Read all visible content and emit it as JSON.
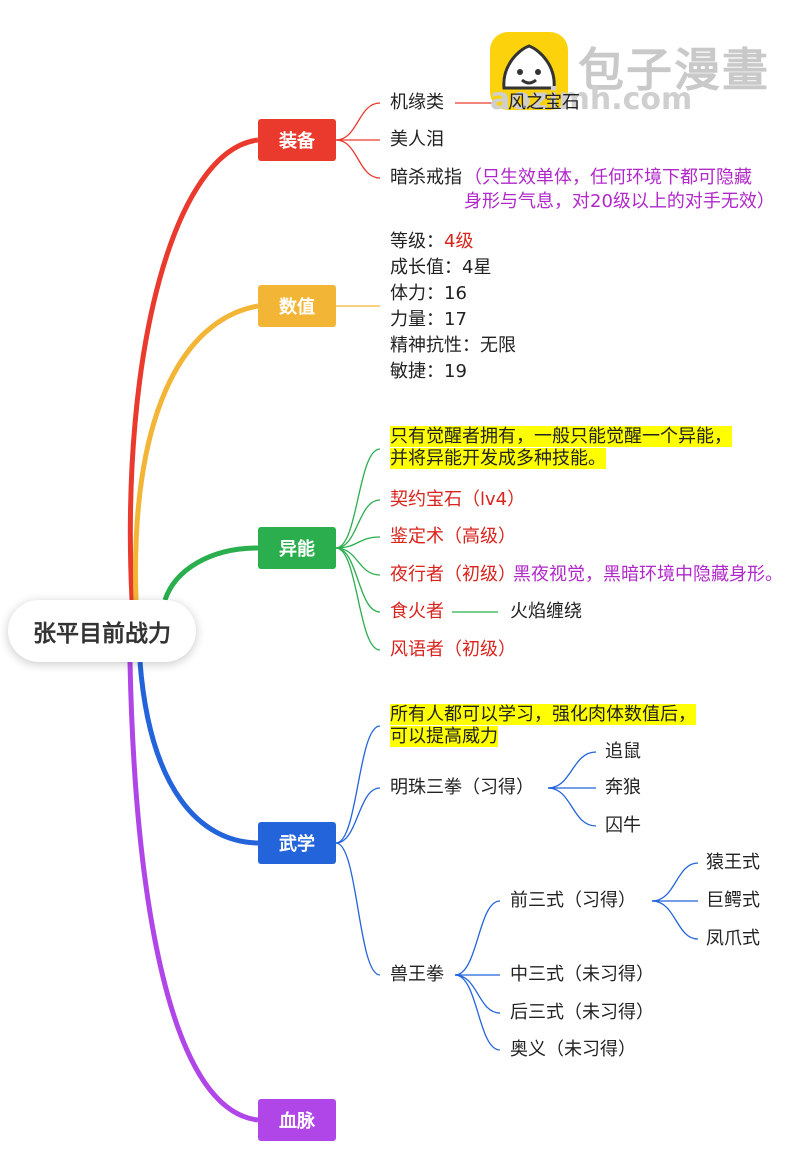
{
  "root": "张平目前战力",
  "watermark": {
    "brand": "包子漫畫",
    "url": "aozimh.com"
  },
  "categories": [
    {
      "label": "装备",
      "color": "#ea3a2d"
    },
    {
      "label": "数值",
      "color": "#f3b536"
    },
    {
      "label": "异能",
      "color": "#2aae4e"
    },
    {
      "label": "武学",
      "color": "#2364db"
    },
    {
      "label": "血脉",
      "color": "#b146e8"
    }
  ],
  "equipment": {
    "item1": "机缘类",
    "item1_child": "风之宝石",
    "item2": "美人泪",
    "item3": "暗杀戒指",
    "item3_note_line1": "（只生效单体，任何环境下都可隐藏",
    "item3_note_line2": "身形与气息，对20级以上的对手无效）"
  },
  "stats": {
    "level_label": "等级：",
    "level_value": "4级",
    "growth": "成长值：4星",
    "stamina": "体力：16",
    "strength": "力量：17",
    "mental": "精神抗性：无限",
    "agility": "敏捷：19"
  },
  "abilities": {
    "note_line1": "只有觉醒者拥有，一般只能觉醒一个异能，",
    "note_line2": "并将异能开发成多种技能。",
    "skill1": "契约宝石（lv4）",
    "skill2": "鉴定术（高级）",
    "skill3": "夜行者（初级）",
    "skill3_note": "黑夜视觉，黑暗环境中隐藏身形。",
    "skill4": "食火者",
    "skill4_child": "火焰缠绕",
    "skill5": "风语者（初级）"
  },
  "martial": {
    "note_line1": "所有人都可以学习，强化肉体数值后，",
    "note_line2": "可以提高威力",
    "art1": "明珠三拳（习得）",
    "art1_moves": [
      "追鼠",
      "奔狼",
      "囚牛"
    ],
    "art2": "兽王拳",
    "art2_sets": [
      "前三式（习得）",
      "中三式（未习得）",
      "后三式（未习得）",
      "奥义（未习得）"
    ],
    "art2_set1_moves": [
      "猿王式",
      "巨鳄式",
      "凤爪式"
    ]
  }
}
